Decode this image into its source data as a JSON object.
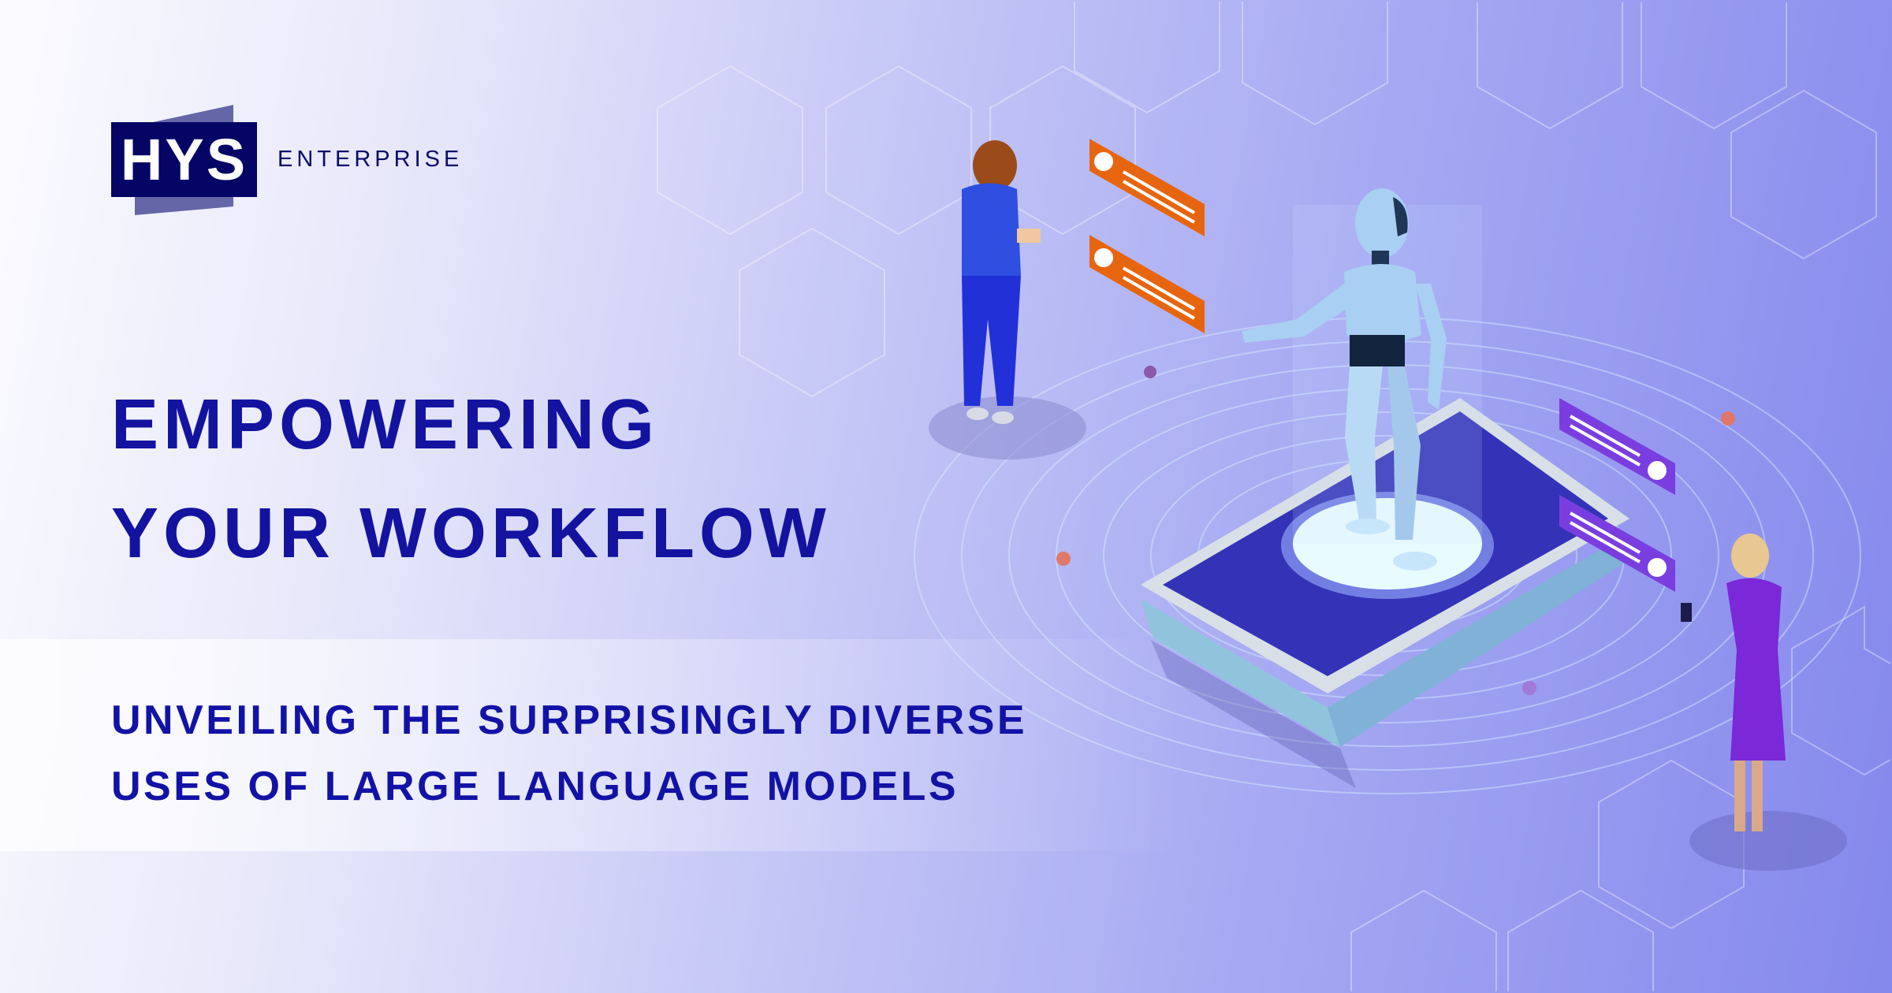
{
  "brand": {
    "logo_mark": "HYS",
    "logo_suffix": "ENTERPRISE"
  },
  "hero": {
    "headline_line1": "EMPOWERING",
    "headline_line2": "YOUR WORKFLOW",
    "subtitle_line1": "UNVEILING THE SURPRISINGLY DIVERSE",
    "subtitle_line2": "USES OF LARGE LANGUAGE MODELS"
  },
  "colors": {
    "text": "#1313a0",
    "logo_bg": "#050566",
    "logo_back": "#6466a8",
    "bubble_orange": "#e8650f",
    "bubble_purple": "#7a3ee0"
  }
}
